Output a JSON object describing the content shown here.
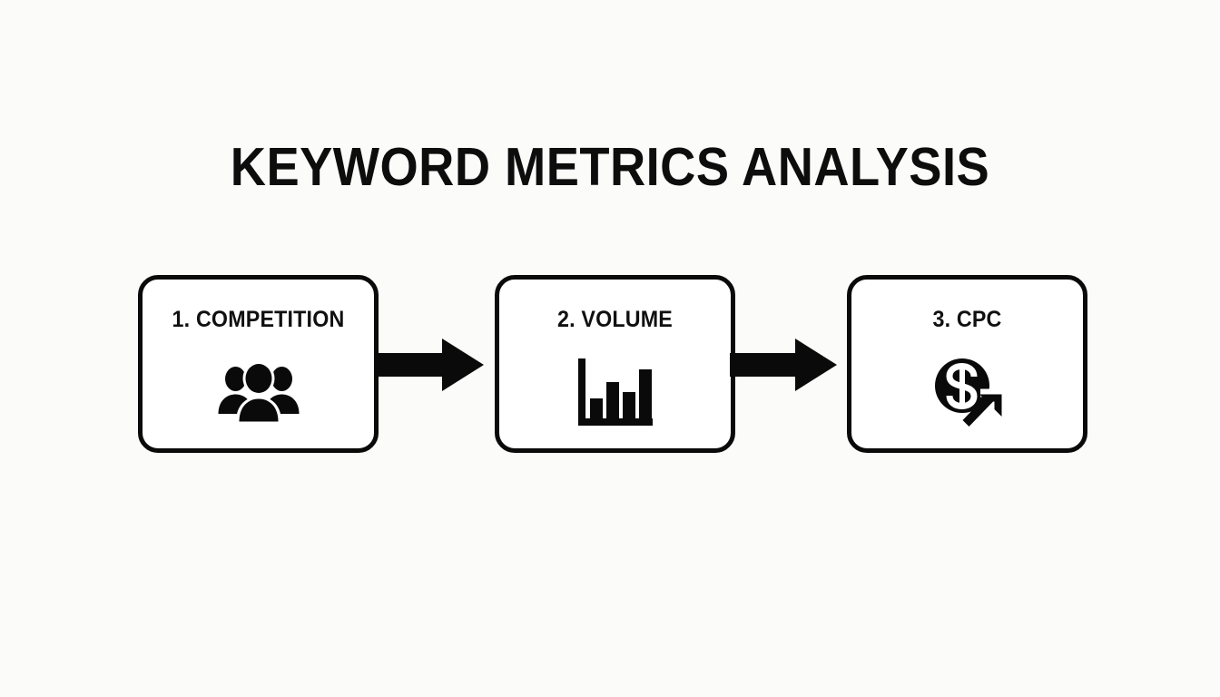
{
  "page": {
    "title": "KEYWORD METRICS ANALYSIS",
    "background_color": "#fbfbfa",
    "ink_color": "#0a0a0a",
    "box_fill_color": "#ffffff"
  },
  "diagram": {
    "type": "horizontal-process-flow",
    "step_count": 3,
    "steps": [
      {
        "label": "1. COMPETITION",
        "number": "1",
        "name": "COMPETITION",
        "icon": "people-group-icon"
      },
      {
        "label": "2. VOLUME",
        "number": "2",
        "name": "VOLUME",
        "icon": "bar-chart-icon"
      },
      {
        "label": "3. CPC",
        "number": "3",
        "name": "CPC",
        "icon": "dollar-coin-up-arrow-icon"
      }
    ],
    "connectors": [
      {
        "icon": "right-arrow-icon",
        "from": "1. COMPETITION",
        "to": "2. VOLUME"
      },
      {
        "icon": "right-arrow-icon",
        "from": "2. VOLUME",
        "to": "3. CPC"
      }
    ]
  }
}
